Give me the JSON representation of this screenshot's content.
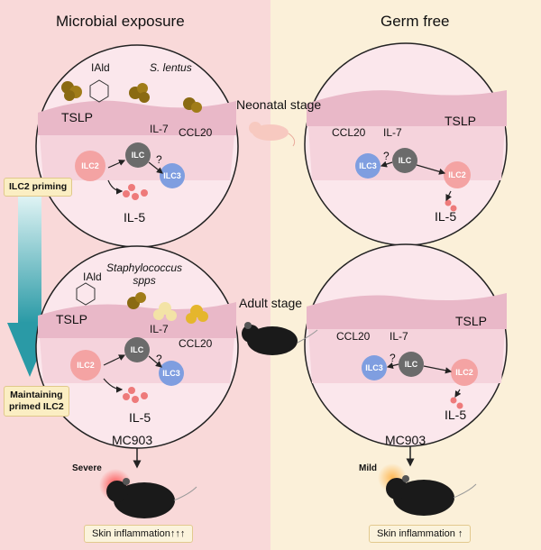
{
  "headings": {
    "left": "Microbial exposure",
    "right": "Germ free"
  },
  "stages": {
    "neonatal": "Neonatal stage",
    "adult": "Adult stage"
  },
  "side_labels": {
    "priming": "ILC2 priming",
    "maintaining": "Maintaining\nprimed ILC2"
  },
  "microbes": {
    "iald": "IAld",
    "s_lentus": "S. lentus",
    "staph": "Staphylococcus\nspps"
  },
  "molecules": {
    "tslp": "TSLP",
    "il7": "IL-7",
    "ccl20": "CCL20",
    "il5": "IL-5",
    "question": "?"
  },
  "cells": {
    "ilc2": "ILC2",
    "ilc": "ILC",
    "ilc3": "ILC3"
  },
  "treatment": "MC903",
  "severity": {
    "left": "Severe",
    "right": "Mild"
  },
  "outcomes": {
    "left": "Skin inflammation↑↑↑",
    "right": "Skin inflammation ↑"
  },
  "colors": {
    "left_bg": "#f9d9d9",
    "right_bg": "#fbf0d9",
    "ilc2": "#f4a3a3",
    "ilc": "#6b6b6b",
    "ilc3": "#7f9ee0",
    "arrow": "#2a9aa6"
  }
}
